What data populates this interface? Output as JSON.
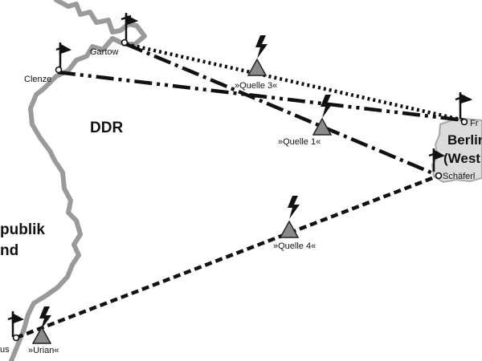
{
  "regions": {
    "ddr": "DDR",
    "brd_line1": "publik",
    "brd_line2": "nd",
    "berlin_line1": "Berlin",
    "berlin_line2": "(West"
  },
  "stations": {
    "gartow": "Gartow",
    "clenze": "Clenze",
    "frohnau": "Fr",
    "schaefer": "Schäferl",
    "left_edge": "us"
  },
  "sources": {
    "quelle3": "»Quelle 3«",
    "quelle1": "»Quelle 1«",
    "quelle4": "»Quelle 4«",
    "urian": "»Urian«"
  },
  "colors": {
    "border": "#9a9a9a",
    "berlin_fill": "#dcdcdc",
    "source_triangle": "#8a8a8a",
    "routes": "#111111"
  }
}
